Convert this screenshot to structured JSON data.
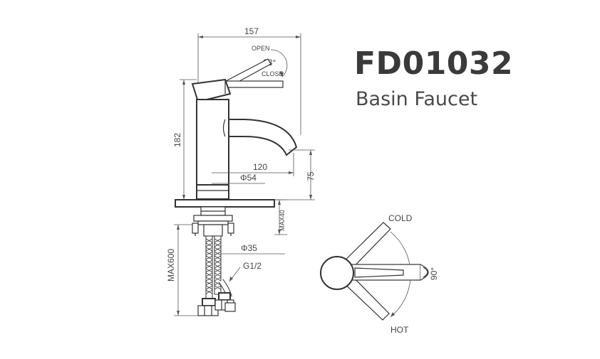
{
  "product": {
    "model": "FD01032",
    "type": "Basin Faucet"
  },
  "side_view": {
    "width": "157",
    "open_label": "OPEN",
    "angle": "23°",
    "close_label": "CLOSE",
    "height": "182",
    "spout_reach": "120",
    "base_diameter": "Φ54",
    "spout_height": "75",
    "max_deck": "MAX40",
    "hole_diameter": "Φ35",
    "thread": "G1/2",
    "hose_length": "MAX600"
  },
  "top_view": {
    "cold_label": "COLD",
    "rotation": "90°",
    "hot_label": "HOT"
  }
}
